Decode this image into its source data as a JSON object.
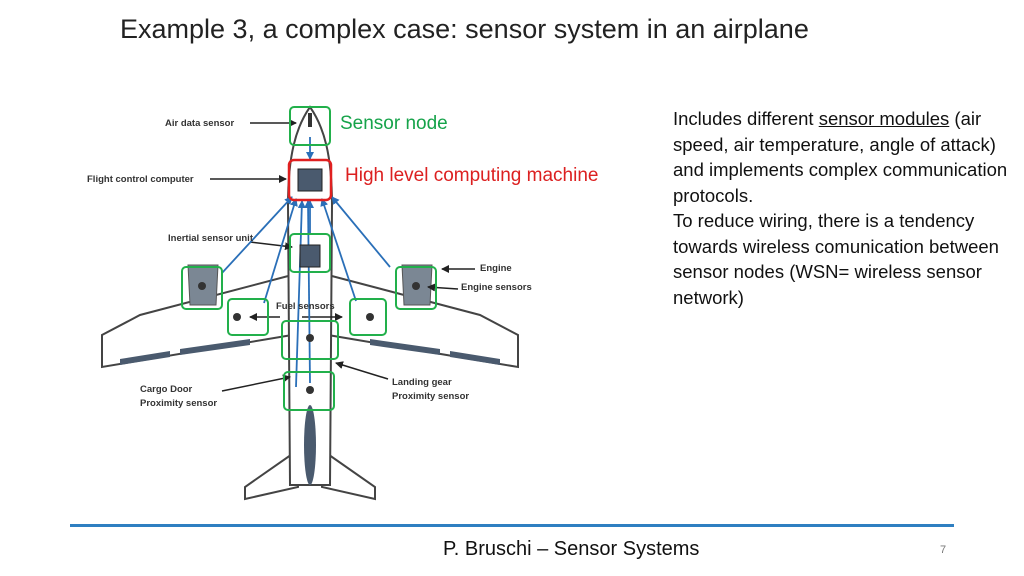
{
  "title": "Example 3, a complex case: sensor system in an airplane",
  "diagram": {
    "labels": {
      "air_data_sensor": "Air data sensor",
      "flight_control_computer": "Flight control computer",
      "inertial_sensor_unit": "Inertial sensor unit",
      "engine": "Engine",
      "engine_sensors": "Engine sensors",
      "fuel_sensors": "Fuel sensors",
      "cargo_door_line1": "Cargo Door",
      "cargo_door_line2": "Proximity sensor",
      "landing_gear_line1": "Landing gear",
      "landing_gear_line2": "Proximity sensor"
    },
    "callouts": {
      "sensor_node": "Sensor node",
      "computing_machine": "High level computing machine"
    },
    "colors": {
      "sensor_node": "#22b04b",
      "computing_machine": "#e02020",
      "links": "#2a6fb8"
    }
  },
  "description": {
    "part1": "Includes different ",
    "underlined": "sensor  modules",
    "part2": " (air speed, air temperature, angle of attack) and implements complex communication protocols.",
    "part3": "To reduce wiring, there is a tendency towards wireless comunication between sensor nodes (WSN= wireless sensor network)"
  },
  "footer": {
    "text": "P. Bruschi – Sensor Systems",
    "page": "7"
  }
}
